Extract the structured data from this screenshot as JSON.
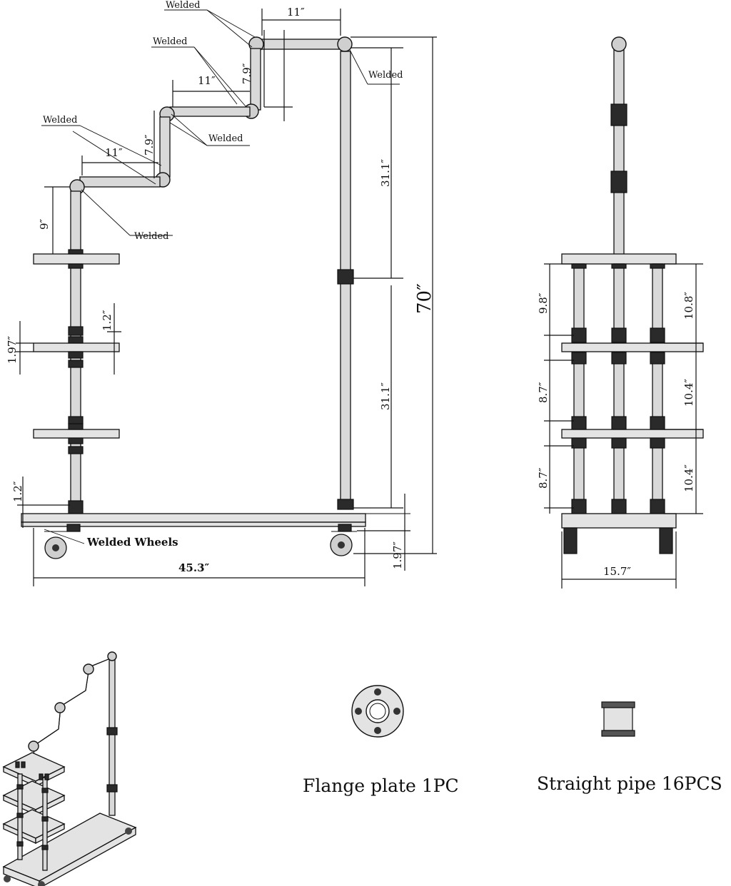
{
  "labels": {
    "welded": "Welded",
    "welded_wheels": "Welded Wheels"
  },
  "front_view": {
    "top_width": "11″",
    "step_width_2": "11″",
    "step_width_3": "11″",
    "step_height_1": "7.9″",
    "step_height_2": "7.9″",
    "post_height": "9″",
    "upper_tall": "31.1″",
    "lower_tall": "31.1″",
    "overall_height": "70″",
    "shelf_gap": "1.2″",
    "shelf_thickness": "1.97″",
    "base_gap": "1.2″",
    "wheel_height": "1.97″",
    "base_length": "45.3″"
  },
  "side_view": {
    "left_1": "9.8″",
    "left_2": "8.7″",
    "left_3": "8.7″",
    "right_1": "10.8″",
    "right_2": "10.4″",
    "right_3": "10.4″",
    "base_width": "15.7″"
  },
  "parts": {
    "flange": "Flange plate 1PC",
    "straight_pipe": "Straight pipe 16PCS"
  }
}
